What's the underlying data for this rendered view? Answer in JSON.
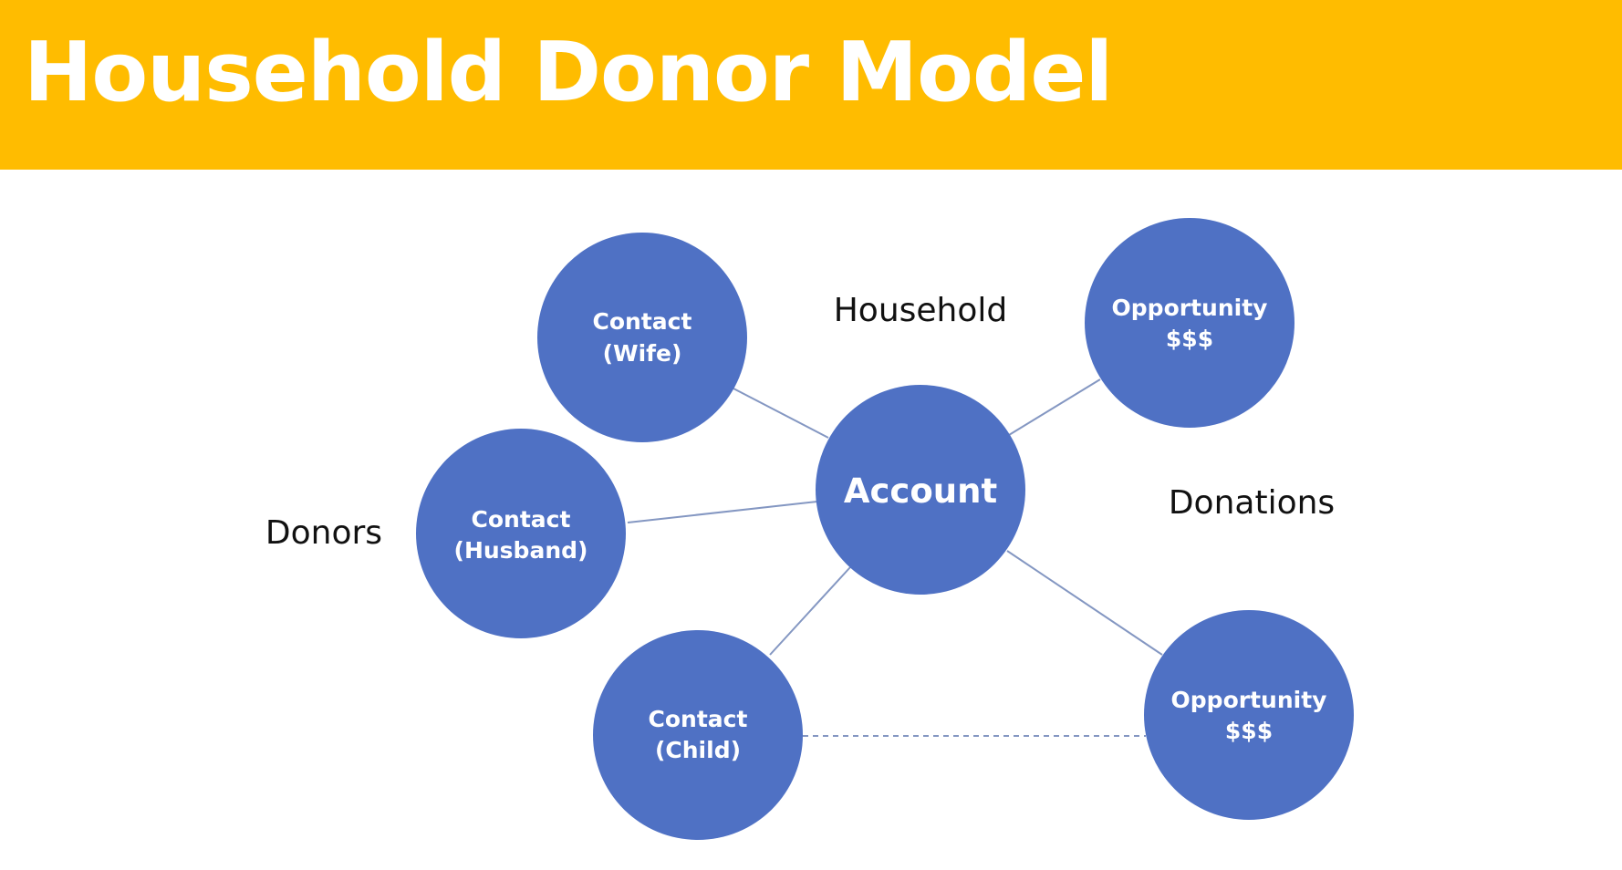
{
  "header": {
    "title": "Household Donor Model"
  },
  "colors": {
    "banner": "#FFBC00",
    "node_fill": "#4F71C4",
    "edge": "#8497C2"
  },
  "diagram": {
    "group_labels": {
      "household": "Household",
      "donors": "Donors",
      "donations": "Donations"
    },
    "nodes": {
      "account": {
        "line1": "Account"
      },
      "wife": {
        "line1": "Contact",
        "line2": "(Wife)"
      },
      "husband": {
        "line1": "Contact",
        "line2": "(Husband)"
      },
      "child": {
        "line1": "Contact",
        "line2": "(Child)"
      },
      "opp_top": {
        "line1": "Opportunity",
        "line2": "$$$"
      },
      "opp_bottom": {
        "line1": "Opportunity",
        "line2": "$$$"
      }
    },
    "edges": [
      {
        "from": "account",
        "to": "wife",
        "style": "solid"
      },
      {
        "from": "account",
        "to": "husband",
        "style": "solid"
      },
      {
        "from": "account",
        "to": "child",
        "style": "solid"
      },
      {
        "from": "account",
        "to": "opp_top",
        "style": "solid"
      },
      {
        "from": "account",
        "to": "opp_bottom",
        "style": "solid"
      },
      {
        "from": "child",
        "to": "opp_bottom",
        "style": "dashed"
      }
    ]
  }
}
